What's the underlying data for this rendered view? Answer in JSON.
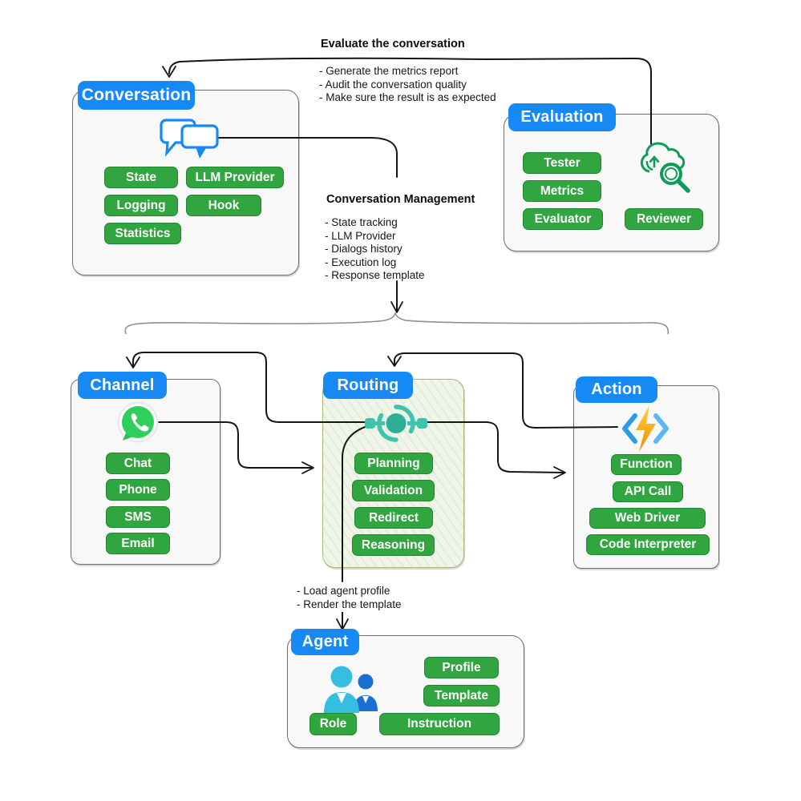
{
  "diagram": {
    "annotations": {
      "evaluate": {
        "title": "Evaluate the conversation",
        "items": [
          "- Generate the metrics report",
          "- Audit the conversation quality",
          "- Make sure the result is as expected"
        ]
      },
      "management": {
        "title": "Conversation Management",
        "items": [
          "- State tracking",
          "- LLM Provider",
          "- Dialogs history",
          "- Execution log",
          "- Response template"
        ]
      },
      "agent_note": {
        "items": [
          "- Load agent profile",
          "- Render the template"
        ]
      }
    },
    "boxes": {
      "conversation": {
        "title": "Conversation",
        "icon": "chat-bubbles-icon",
        "pills": [
          "State",
          "LLM Provider",
          "Logging",
          "Hook",
          "Statistics"
        ]
      },
      "evaluation": {
        "title": "Evaluation",
        "icon": "cloud-search-icon",
        "pills": [
          "Tester",
          "Metrics",
          "Evaluator",
          "Reviewer"
        ]
      },
      "channel": {
        "title": "Channel",
        "icon": "whatsapp-icon",
        "pills": [
          "Chat",
          "Phone",
          "SMS",
          "Email"
        ]
      },
      "routing": {
        "title": "Routing",
        "icon": "routing-hub-icon",
        "pills": [
          "Planning",
          "Validation",
          "Redirect",
          "Reasoning"
        ]
      },
      "action": {
        "title": "Action",
        "icon": "azure-functions-icon",
        "pills": [
          "Function",
          "API Call",
          "Web Driver",
          "Code Interpreter"
        ]
      },
      "agent": {
        "title": "Agent",
        "icon": "team-icon",
        "pills": [
          "Profile",
          "Template",
          "Role",
          "Instruction"
        ]
      }
    },
    "colors": {
      "header_blue": "#1789F5",
      "pill_green": "#31A53F",
      "whatsapp_green": "#2ECF5A",
      "hub_teal": "#3FC3AC",
      "eval_icon_green": "#0E9D58",
      "bolt_orange": "#FFB517",
      "bracket_blue": "#2E9BE6",
      "routing_bg": "#F0F5EA",
      "arrow_black": "#141414",
      "brace_gray": "#8f8f8f"
    }
  }
}
